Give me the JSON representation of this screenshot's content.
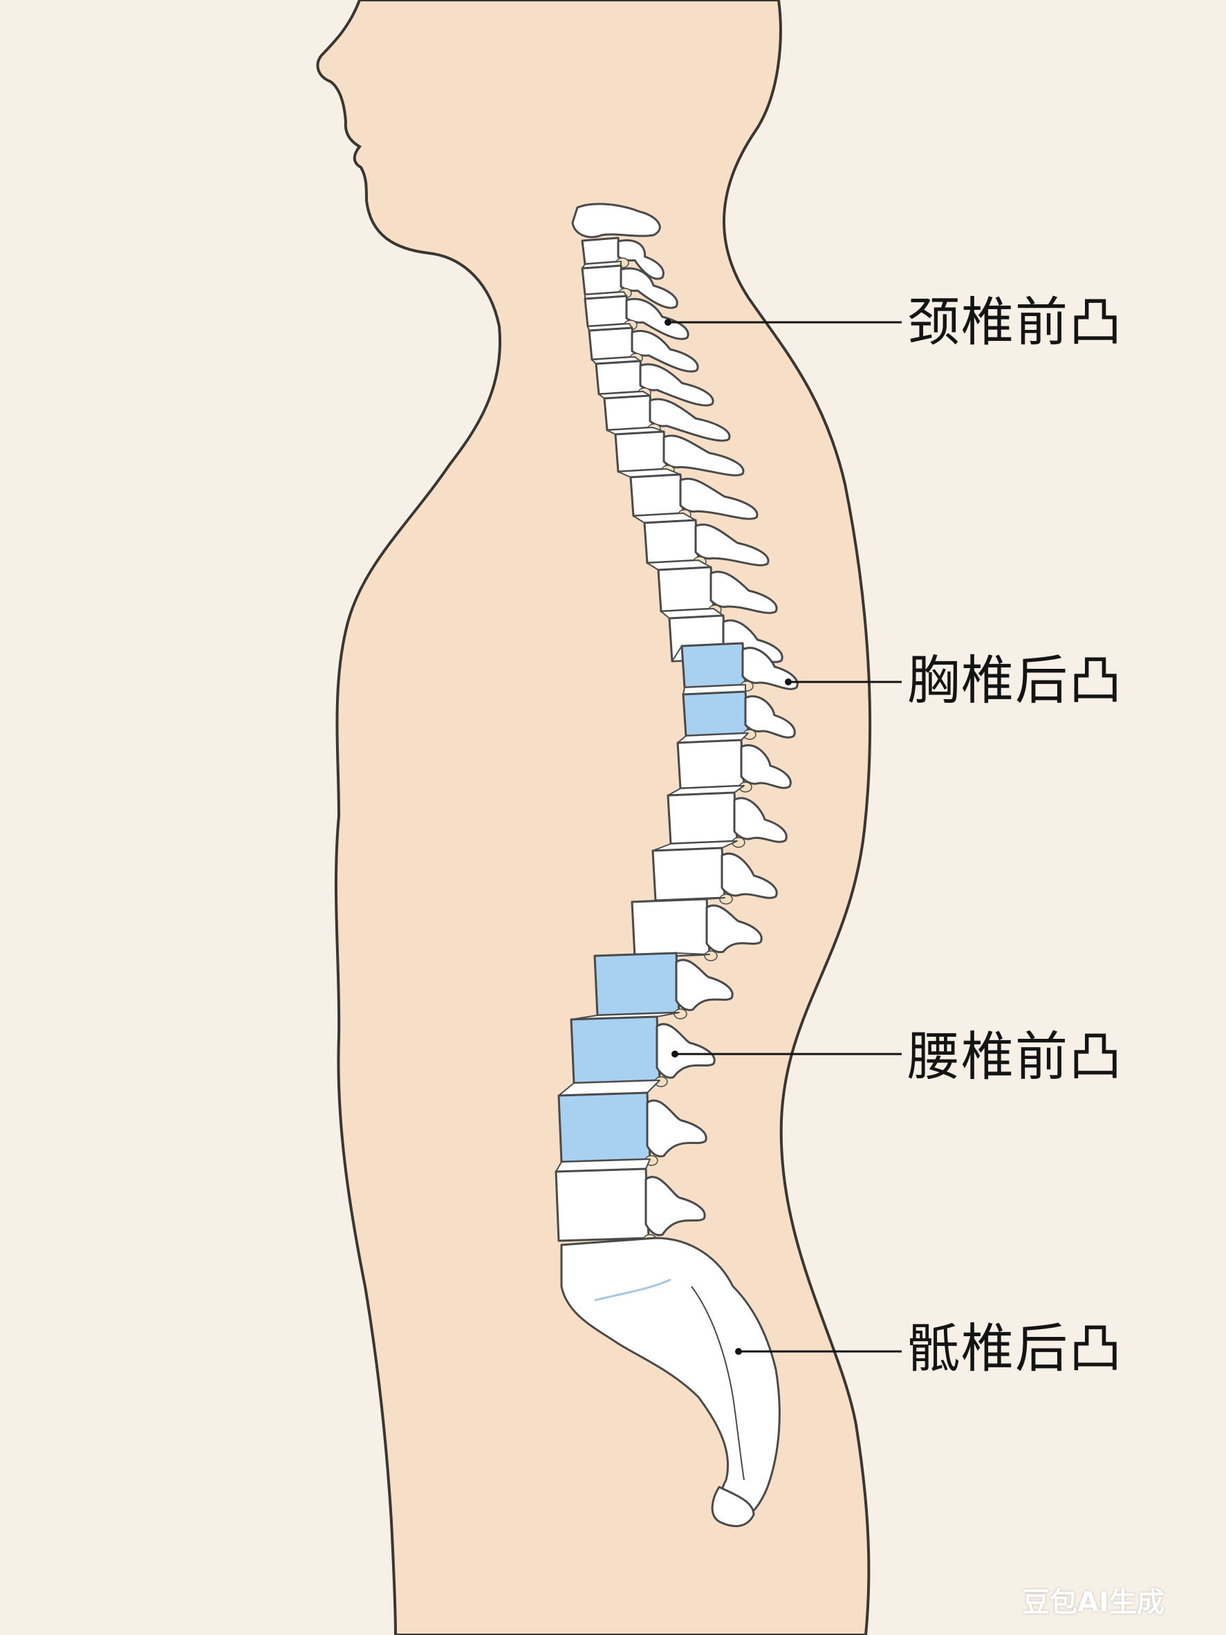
{
  "labels": {
    "cervical": "颈椎前凸",
    "thoracic": "胸椎后凸",
    "lumbar": "腰椎前凸",
    "sacral": "骶椎后凸"
  },
  "watermark": "豆包AI生成",
  "colors": {
    "background": "#f6f0e6",
    "body": "#f6dfc6",
    "outline": "#3a3632",
    "bone": "#ffffff",
    "bone_outline": "#4a4a4a",
    "highlight_disc": "#a8d0f0",
    "cartilage": "#f3dfc0"
  },
  "highlighted_vertebrae": [
    "thoracic-1",
    "thoracic-2",
    "lumbar-1",
    "lumbar-2",
    "lumbar-3"
  ]
}
